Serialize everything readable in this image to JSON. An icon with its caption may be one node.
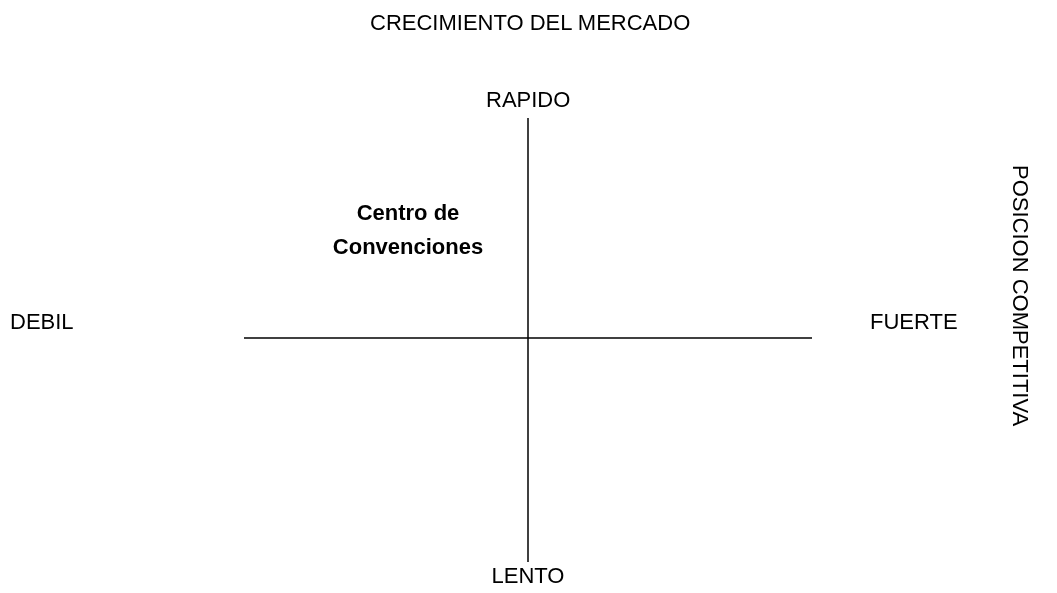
{
  "diagram": {
    "labels": [
      "CRECIMIENTO DEL MERCADO",
      "RAPIDO",
      "Centro de Convenciones",
      "DEBIL",
      "FUERTE",
      "POSICION COMPETITIVA",
      "LENTO"
    ]
  }
}
